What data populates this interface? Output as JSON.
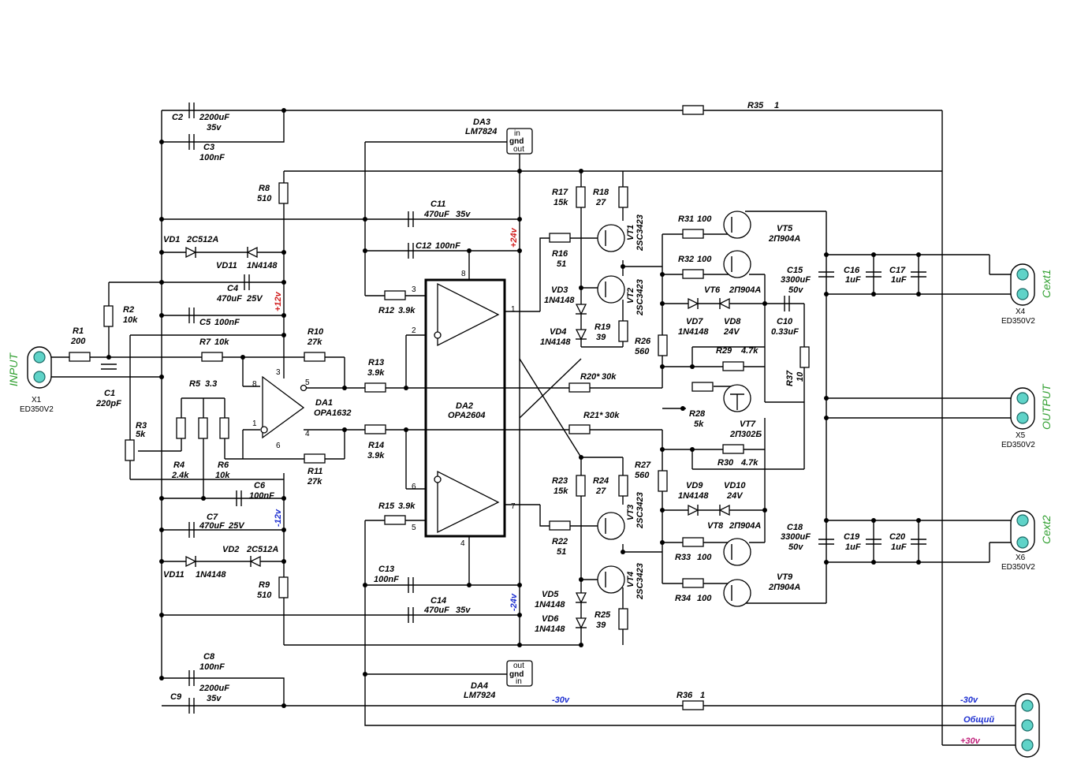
{
  "input": {
    "title": "INPUT",
    "connector": "X1",
    "type": "ED350V2"
  },
  "output": {
    "title": "OUTPUT",
    "connector": "X5",
    "type": "ED350V2"
  },
  "cext1": {
    "title": "Cext1",
    "connector": "X4",
    "type": "ED350V2"
  },
  "cext2": {
    "title": "Cext2",
    "connector": "X6",
    "type": "ED350V2"
  },
  "power": {
    "neg": "-30v",
    "gnd": "Общий",
    "pos": "+30v"
  },
  "rails": {
    "p12": "+12v",
    "n12": "-12v",
    "p24": "+24v",
    "n24": "-24v",
    "n30": "-30v"
  },
  "ics": {
    "da1": {
      "ref": "DA1",
      "part": "OPA1632"
    },
    "da2": {
      "ref": "DA2",
      "part": "OPA2604"
    },
    "da3": {
      "ref": "DA3",
      "part": "LM7824",
      "pins": [
        "in",
        "gnd",
        "out"
      ]
    },
    "da4": {
      "ref": "DA4",
      "part": "LM7924",
      "pins": [
        "out",
        "gnd",
        "in"
      ]
    }
  },
  "resistors": {
    "R1": "200",
    "R2": "10k",
    "R3": "5k",
    "R4": "2.4k",
    "R5": "3.3",
    "R6": "10k",
    "R7": "10k",
    "R8": "510",
    "R9": "510",
    "R10": "27k",
    "R11": "27k",
    "R12": "3.9k",
    "R13": "3.9k",
    "R14": "3.9k",
    "R15": "3.9k",
    "R16": "51",
    "R17": "15k",
    "R18": "27",
    "R19": "39",
    "R20": "30k",
    "R21": "30k",
    "R22": "51",
    "R23": "15k",
    "R24": "27",
    "R25": "39",
    "R26": "560",
    "R27": "560",
    "R28": "5k",
    "R29": "4.7k",
    "R30": "4.7k",
    "R31": "100",
    "R32": "100",
    "R33": "100",
    "R34": "100",
    "R35": "1",
    "R36": "1",
    "R37": "10"
  },
  "capacitors": {
    "C1": "220pF",
    "C2": "2200uF",
    "C2v": "35v",
    "C3": "100nF",
    "C4": "470uF",
    "C4v": "25V",
    "C5": "100nF",
    "C6": "100nF",
    "C7": "470uF",
    "C7v": "25V",
    "C8": "100nF",
    "C9": "2200uF",
    "C9v": "35v",
    "C10": "0.33uF",
    "C11": "470uF",
    "C11v": "35v",
    "C12": "100nF",
    "C13": "100nF",
    "C14": "470uF",
    "C14v": "35v",
    "C15": "3300uF",
    "C15v": "50v",
    "C16": "1uF",
    "C17": "1uF",
    "C18": "3300uF",
    "C18v": "50v",
    "C19": "1uF",
    "C20": "1uF"
  },
  "diodes": {
    "VD1": "2C512A",
    "VD2": "2C512A",
    "VD11a": "1N4148",
    "VD11b": "1N4148",
    "VD3": "1N4148",
    "VD4": "1N4148",
    "VD5": "1N4148",
    "VD6": "1N4148",
    "VD6b": "2П904А",
    "VD7": "1N4148",
    "VD8": "24V",
    "VD9": "1N4148",
    "VD10": "24V"
  },
  "transistors": {
    "VT1": "2SC3423",
    "VT2": "2SC3423",
    "VT3": "2SC3423",
    "VT4": "2SC3423",
    "VT5": "2П904А",
    "VT7": "2П302Б",
    "VT8": "2П904А",
    "VT9": "2П904А"
  },
  "pins": {
    "p1": "1",
    "p2": "2",
    "p3": "3",
    "p4": "4",
    "p5": "5",
    "p6": "6",
    "p7": "7",
    "p8": "8"
  }
}
